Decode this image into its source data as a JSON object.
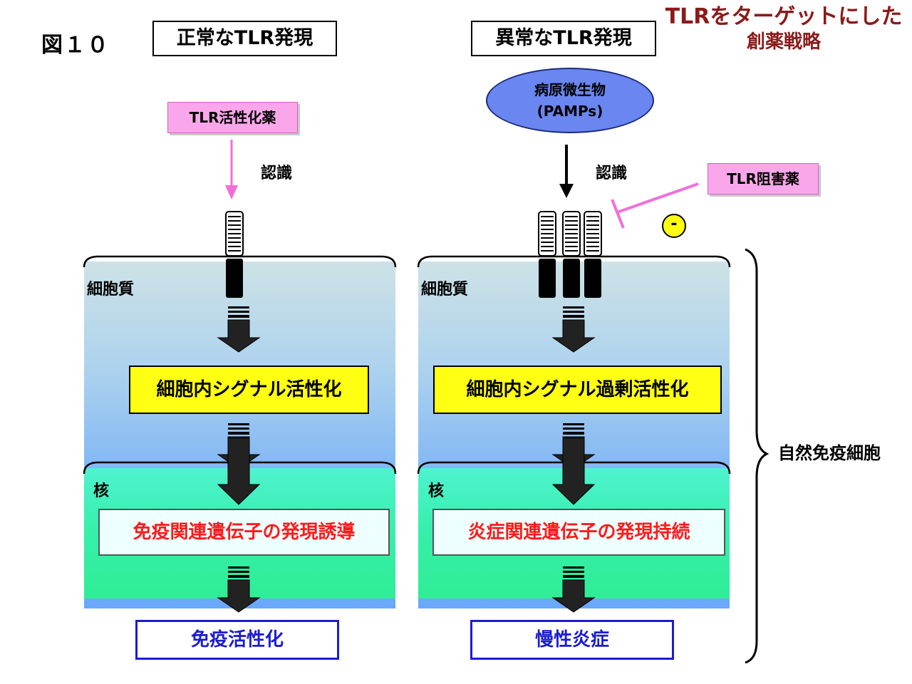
{
  "figure_label": "図１０",
  "left_panel": {
    "title": "正常なTLR発現",
    "agonist": "TLR活性化薬",
    "recognition": "認識",
    "cytoplasm": "細胞質",
    "signal": "細胞内シグナル活性化",
    "nucleus": "核",
    "gene_expression": "免疫関連遺伝子の発現誘導",
    "outcome": "免疫活性化"
  },
  "right_panel": {
    "title": "異常なTLR発現",
    "pathogen_line1": "病原微生物",
    "pathogen_line2": "(PAMPs)",
    "recognition": "認識",
    "inhibitor": "TLR阻害薬",
    "minus": "-",
    "cytoplasm": "細胞質",
    "signal": "細胞内シグナル過剰活性化",
    "nucleus": "核",
    "gene_expression": "炎症関連遺伝子の発現持続",
    "outcome": "慢性炎症"
  },
  "strategy_line1": "TLRをターゲットにした",
  "strategy_line2": "創薬戦略",
  "innate_immune_cell": "自然免疫細胞",
  "colors": {
    "pink": "#f9a7ea",
    "yellow": "#ffff14",
    "red_text": "#ff1a1a",
    "blue_text": "#1c1cd0",
    "strategy_text": "#8b1a1a",
    "ellipse": "#6a86f0"
  }
}
